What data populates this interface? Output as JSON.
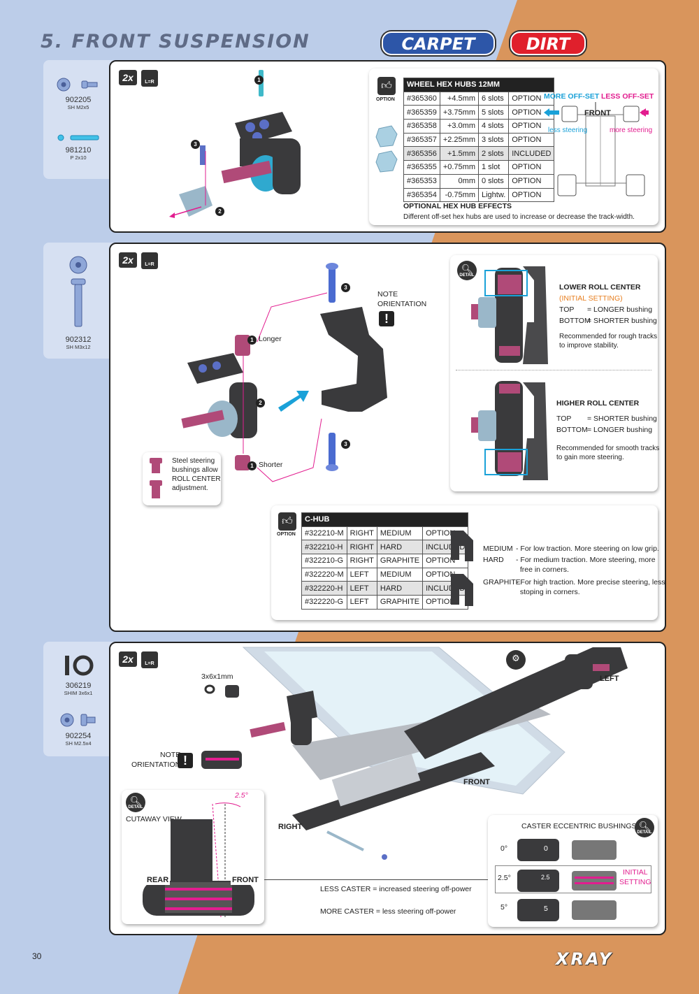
{
  "page": {
    "title": "5. FRONT SUSPENSION",
    "tag_carpet": "CARPET",
    "tag_dirt": "DIRT",
    "number": "30",
    "brand": "XRAY"
  },
  "colors": {
    "carpet": "#2d56a8",
    "dirt": "#e0202c",
    "accent_cyan": "#1aa1d8",
    "accent_magenta": "#e21d8f",
    "bg_blue": "#bccde9",
    "bg_orange": "#d9955c"
  },
  "step1": {
    "qty": "2x",
    "lr": "L=R",
    "parts": [
      {
        "code": "902205",
        "desc": "SH M2x5"
      },
      {
        "code": "981210",
        "desc": "P 2x10"
      }
    ],
    "callouts": [
      "1",
      "2",
      "3"
    ],
    "option_label": "OPTION",
    "hex_table": {
      "header": "WHEEL HEX HUBS 12MM",
      "rows": [
        [
          "#365360",
          "+4.5mm",
          "6 slots",
          "OPTION"
        ],
        [
          "#365359",
          "+3.75mm",
          "5 slots",
          "OPTION"
        ],
        [
          "#365358",
          "+3.0mm",
          "4 slots",
          "OPTION"
        ],
        [
          "#365357",
          "+2.25mm",
          "3 slots",
          "OPTION"
        ],
        [
          "#365356",
          "+1.5mm",
          "2 slots",
          "INCLUDED"
        ],
        [
          "#365355",
          "+0.75mm",
          "1 slot",
          "OPTION"
        ],
        [
          "#365353",
          "0mm",
          "0 slots",
          "OPTION"
        ],
        [
          "#365354",
          "-0.75mm",
          "Lightw.",
          "OPTION"
        ]
      ]
    },
    "effects_title": "OPTIONAL HEX HUB EFFECTS",
    "effects_text": "Different off-set hex hubs are used to increase or decrease the track-width.",
    "more_offset": "MORE OFF-SET",
    "less_offset": "LESS OFF-SET",
    "front": "FRONT",
    "less_steering": "less steering",
    "more_steering": "more steering"
  },
  "step2": {
    "qty": "2x",
    "lr": "L=R",
    "parts": [
      {
        "code": "902312",
        "desc": "SH M3x12"
      }
    ],
    "note_orientation": "NOTE\nORIENTATION",
    "longer": "Longer",
    "shorter": "Shorter",
    "steel_note": "Steel steering\nbushings allow\nROLL CENTER\nadjustment.",
    "detail_label": "DETAIL",
    "lower_title": "LOWER ROLL CENTER",
    "lower_initial": "(INITIAL SETTING)",
    "lower_top_k": "TOP",
    "lower_top_v": "= LONGER bushing",
    "lower_bottom_k": "BOTTOM",
    "lower_bottom_v": "= SHORTER bushing",
    "lower_desc": "Recommended for rough tracks\nto improve stability.",
    "higher_title": "HIGHER ROLL CENTER",
    "higher_top_k": "TOP",
    "higher_top_v": "= SHORTER bushing",
    "higher_bottom_k": "BOTTOM",
    "higher_bottom_v": "= LONGER bushing",
    "higher_desc": "Recommended for smooth tracks\nto gain more steering.",
    "option_label": "OPTION",
    "chub_table": {
      "header": "C-HUB",
      "rows": [
        [
          "#322210-M",
          "RIGHT",
          "MEDIUM",
          "OPTION"
        ],
        [
          "#322210-H",
          "RIGHT",
          "HARD",
          "INCLUDED"
        ],
        [
          "#322210-G",
          "RIGHT",
          "GRAPHITE",
          "OPTION"
        ],
        [
          "#322220-M",
          "LEFT",
          "MEDIUM",
          "OPTION"
        ],
        [
          "#322220-H",
          "LEFT",
          "HARD",
          "INCLUDED"
        ],
        [
          "#322220-G",
          "LEFT",
          "GRAPHITE",
          "OPTION"
        ]
      ]
    },
    "desc_medium_k": "MEDIUM",
    "desc_medium_v": "- For low traction. More steering on low grip.",
    "desc_hard_k": "HARD",
    "desc_hard_v": "- For medium traction. More steering, more\n  free in corners.",
    "desc_graphite_k": "GRAPHITE",
    "desc_graphite_v": "- For high traction. More precise steering, less\n  stoping in corners."
  },
  "step3": {
    "qty": "2x",
    "lr": "L=R",
    "parts": [
      {
        "code": "306219",
        "desc": "SHIM 3x6x1"
      },
      {
        "code": "902254",
        "desc": "SH M2.5x4"
      }
    ],
    "shim_label": "3x6x1mm",
    "note_orientation": "NOTE\nORIENTATION",
    "left": "LEFT",
    "right": "RIGHT",
    "front": "FRONT",
    "rear": "REAR",
    "cutaway": "CUTAWAY VIEW",
    "angle": "2.5°",
    "less_caster": "LESS CASTER = increased steering off-power",
    "more_caster": "MORE CASTER = less steering off-power",
    "caster_title": "CASTER ECCENTRIC BUSHINGS",
    "caster_rows": [
      "0°",
      "2.5°",
      "5°"
    ],
    "bush_marks": [
      "0",
      "2.5",
      "5"
    ],
    "initial_setting": "INITIAL\nSETTING",
    "detail_label": "DETAIL"
  }
}
